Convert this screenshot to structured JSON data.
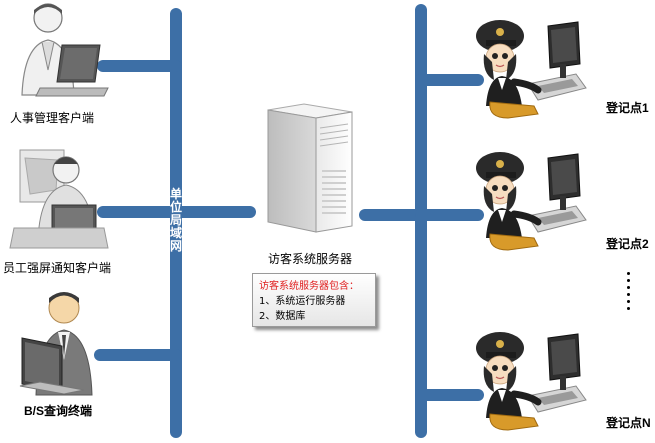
{
  "network_label": "单位局域网",
  "server": {
    "label": "访客系统服务器"
  },
  "note": {
    "title": "访客系统服务器包含：",
    "items": [
      "1、系统运行服务器",
      "2、数据库"
    ]
  },
  "clients": [
    {
      "label": "人事管理客户端"
    },
    {
      "label": "员工强屏通知客户端"
    },
    {
      "label": "B/S查询终端"
    }
  ],
  "checkpoints": [
    {
      "label": "登记点1"
    },
    {
      "label": "登记点2"
    },
    {
      "label": "登记点N"
    }
  ],
  "colors": {
    "line": "#3d6fa6",
    "note_title": "#e02020"
  }
}
